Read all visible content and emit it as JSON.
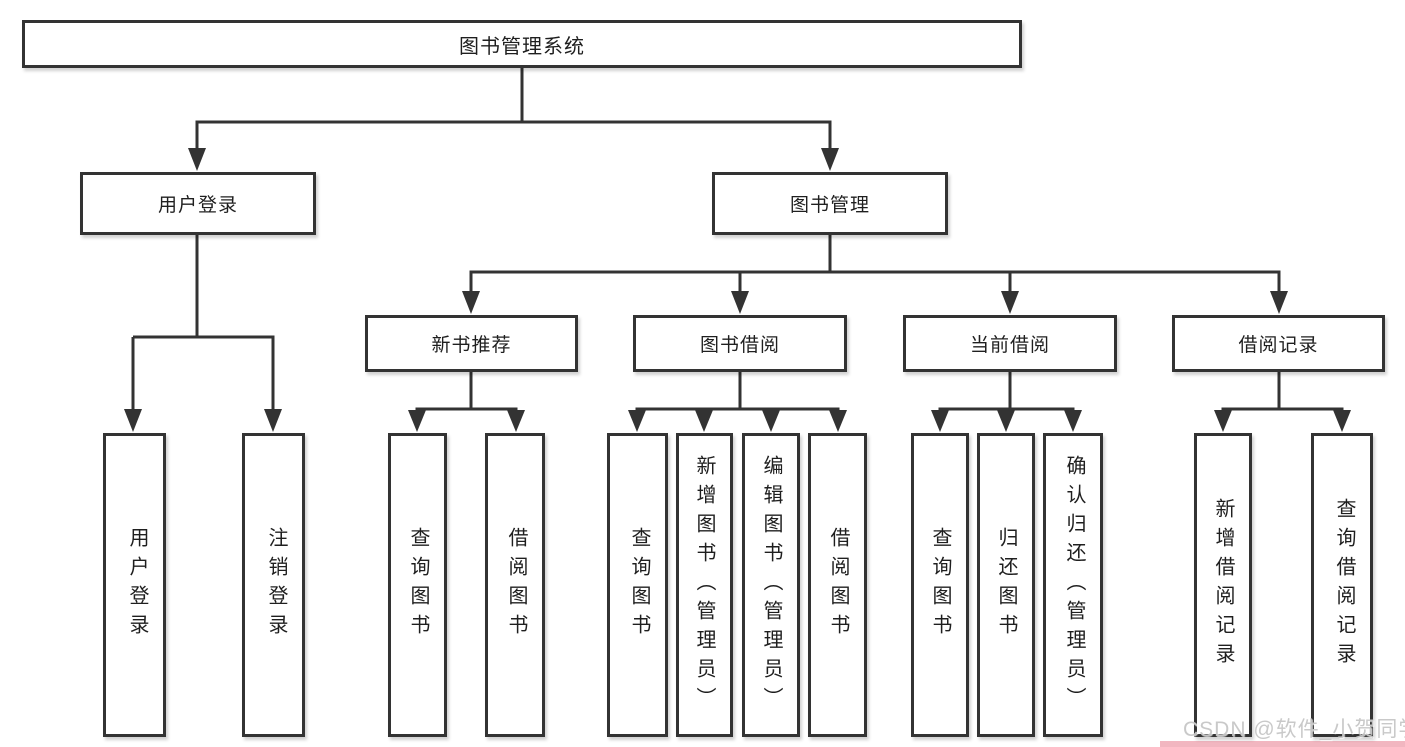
{
  "diagram": {
    "root": {
      "label": "图书管理系统"
    },
    "branches": [
      {
        "label": "用户登录",
        "children": [
          {
            "label": "用户登录"
          },
          {
            "label": "注销登录"
          }
        ]
      },
      {
        "label": "图书管理",
        "children": [
          {
            "label": "新书推荐",
            "children": [
              {
                "label": "查询图书"
              },
              {
                "label": "借阅图书"
              }
            ]
          },
          {
            "label": "图书借阅",
            "children": [
              {
                "label": "查询图书"
              },
              {
                "label": "新增图书（管理员）"
              },
              {
                "label": "编辑图书（管理员）"
              },
              {
                "label": "借阅图书"
              }
            ]
          },
          {
            "label": "当前借阅",
            "children": [
              {
                "label": "查询图书"
              },
              {
                "label": "归还图书"
              },
              {
                "label": "确认归还（管理员）"
              }
            ]
          },
          {
            "label": "借阅记录",
            "children": [
              {
                "label": "新增借阅记录"
              },
              {
                "label": "查询借阅记录"
              }
            ]
          }
        ]
      }
    ],
    "colors": {
      "line": "#333333",
      "box_border": "#333333",
      "text": "#1f1f1f",
      "background": "#ffffff"
    }
  },
  "watermark": {
    "text": "CSDN @软件_小贺同学",
    "text_color": "#c6c6c6",
    "band_color": "#f2b6c0"
  }
}
